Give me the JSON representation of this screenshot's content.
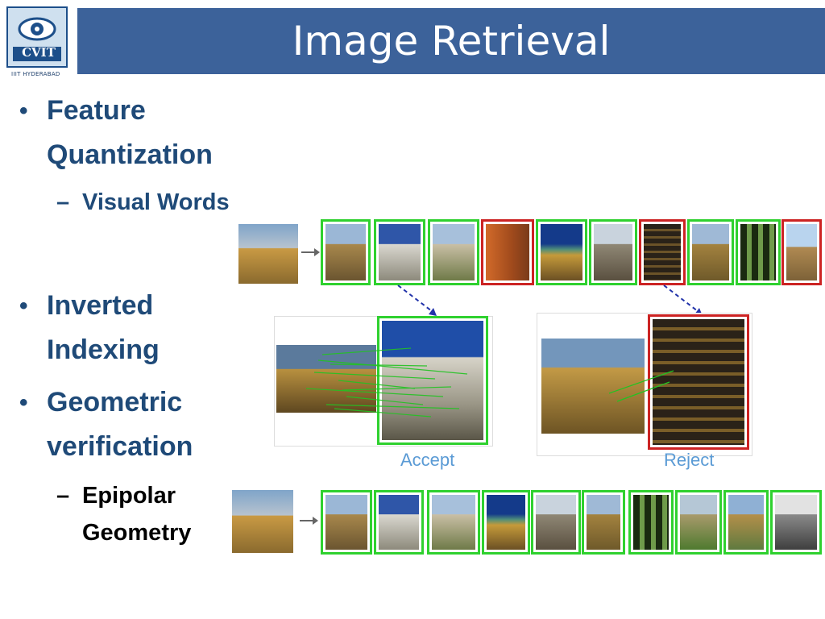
{
  "logo": {
    "text": "CVIT",
    "subtitle": "IIIT HYDERABAD"
  },
  "slide": {
    "title": "Image Retrieval"
  },
  "bullets": [
    {
      "lines": [
        "Feature",
        "Quantization"
      ],
      "sub": "Visual Words"
    },
    {
      "lines": [
        "Inverted",
        "Indexing"
      ]
    },
    {
      "lines": [
        "Geometric",
        "verification"
      ],
      "sub_lines": [
        "Epipolar",
        "Geometry"
      ]
    }
  ],
  "figure": {
    "accept_label": "Accept",
    "reject_label": "Reject"
  },
  "colors": {
    "accent": "#3c629a",
    "text": "#1f4a78",
    "accept": "#2fd12f",
    "reject": "#cc2323",
    "caption": "#5b9bd5"
  }
}
